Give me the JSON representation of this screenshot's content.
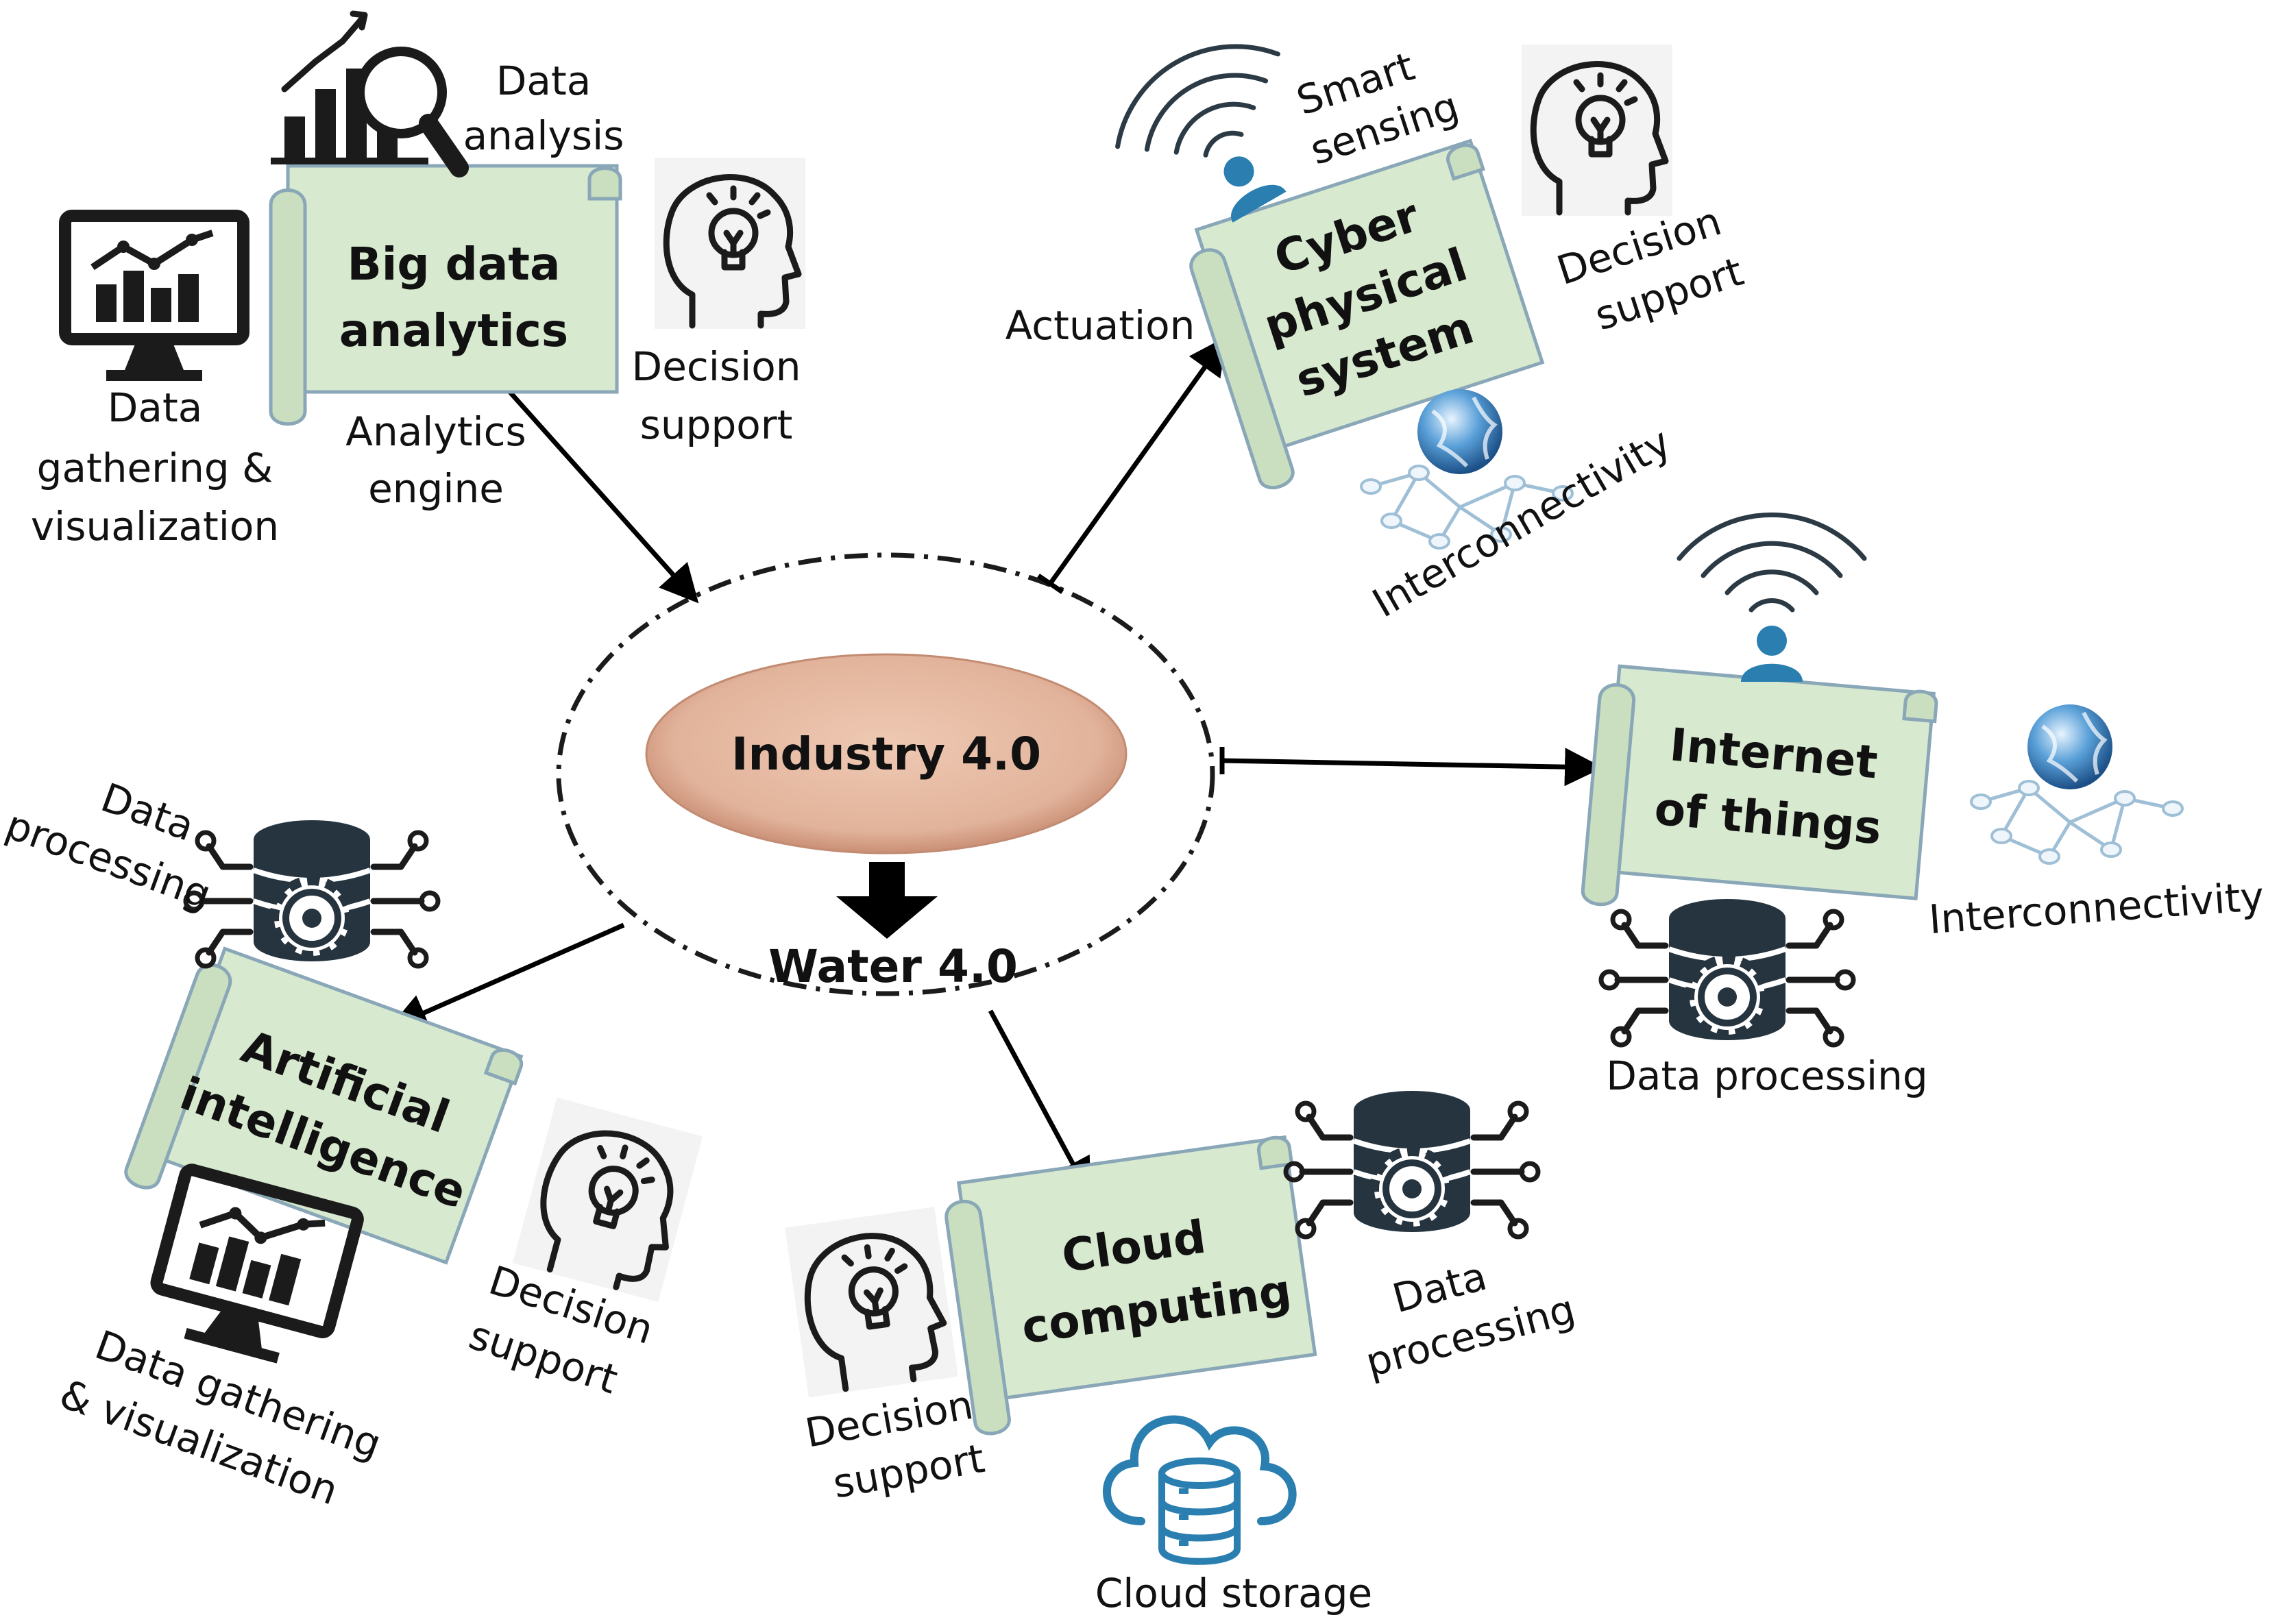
{
  "center": {
    "core_label": "Industry 4.0",
    "output_label": "Water 4.0"
  },
  "nodes": {
    "big_data": {
      "title_lines": [
        "Big data",
        "analytics"
      ],
      "labels": {
        "data_analysis": [
          "Data",
          "analysis"
        ],
        "decision_support": [
          "Decision",
          "support"
        ],
        "analytics_engine": [
          "Analytics",
          "engine"
        ],
        "data_gathering": [
          "Data",
          "gathering &",
          "visualization"
        ]
      }
    },
    "cps": {
      "title_lines": [
        "Cyber",
        "physical",
        "system"
      ],
      "labels": {
        "smart_sensing": [
          "Smart",
          "sensing"
        ],
        "decision_support": [
          "Decision",
          "support"
        ],
        "actuation": "Actuation",
        "interconnectivity": "Interconnectivity"
      }
    },
    "iot": {
      "title_lines": [
        "Internet",
        "of things"
      ],
      "labels": {
        "interconnectivity": "Interconnectivity",
        "data_processing": "Data processing"
      }
    },
    "ai": {
      "title_lines": [
        "Artificial",
        "intelligence"
      ],
      "labels": {
        "data_processing": [
          "Data",
          "processing"
        ],
        "decision_support": [
          "Decision",
          "support"
        ],
        "data_gathering": [
          "Data gathering",
          "& visualization"
        ]
      }
    },
    "cloud": {
      "title_lines": [
        "Cloud",
        "computing"
      ],
      "labels": {
        "data_processing": [
          "Data",
          "processing"
        ],
        "decision_support": [
          "Decision",
          "support"
        ],
        "cloud_storage": "Cloud storage"
      }
    }
  },
  "colors": {
    "scroll_fill": "#d7e9cf",
    "scroll_border": "#8aa7b8",
    "core_fill": "#e4b8a0",
    "accent_blue": "#2a7fb0"
  },
  "icons": [
    "bar-chart-magnifier-icon",
    "monitor-chart-icon",
    "head-lightbulb-icon",
    "wifi-signal-person-icon",
    "globe-network-icon",
    "database-gear-icon",
    "cloud-database-icon",
    "down-arrow-icon"
  ]
}
